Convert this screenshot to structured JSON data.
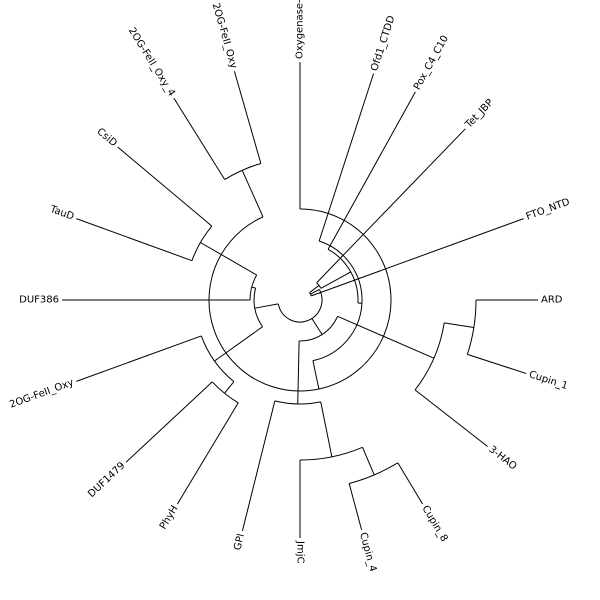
{
  "figure": {
    "line_color": "#000000",
    "background": "#ffffff"
  },
  "tree": {
    "layout": "circular-cladogram",
    "leaves": [
      {
        "id": "oxygenase",
        "label": "Oxygenase-"
      },
      {
        "id": "ofd",
        "label": "Ofd1_CTDD"
      },
      {
        "id": "pox",
        "label": "Pox_C4_C10"
      },
      {
        "id": "tet",
        "label": "Tet_JBP"
      },
      {
        "id": "fto",
        "label": "FTO_NTD"
      },
      {
        "id": "ard",
        "label": "ARD"
      },
      {
        "id": "cupin1",
        "label": "Cupin_1"
      },
      {
        "id": "hao",
        "label": "3-HAO"
      },
      {
        "id": "cupin8",
        "label": "Cupin_8"
      },
      {
        "id": "cupin4",
        "label": "Cupin_4"
      },
      {
        "id": "jmjc",
        "label": "JmjC"
      },
      {
        "id": "gpi",
        "label": "GPI"
      },
      {
        "id": "phyh",
        "label": "PhyH"
      },
      {
        "id": "duf1479",
        "label": "DUF1479"
      },
      {
        "id": "ogfe2",
        "label": "2OG-FeII_Oxy"
      },
      {
        "id": "duf386",
        "label": "DUF386"
      },
      {
        "id": "taud",
        "label": "TauD"
      },
      {
        "id": "csid",
        "label": "CsiD"
      },
      {
        "id": "ogfe4",
        "label": "2OG-FeII_Oxy_4"
      },
      {
        "id": "ogfe",
        "label": "2OG-FeII_Oxy"
      }
    ]
  }
}
